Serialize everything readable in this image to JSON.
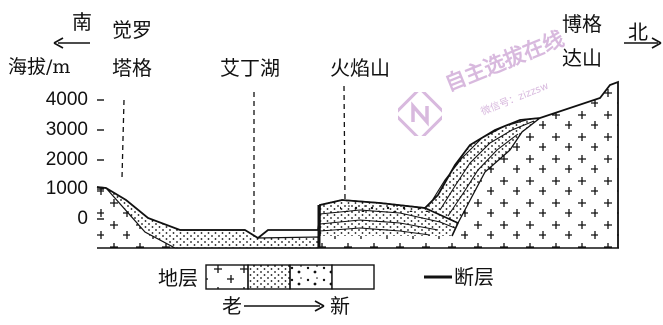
{
  "direction": {
    "south": "南",
    "north": "北"
  },
  "axis": {
    "ylabel": "海拔/m",
    "ticks": [
      "4000",
      "3000",
      "2000",
      "1000",
      "0"
    ]
  },
  "places": {
    "juelutage": [
      "觉罗",
      "塔格"
    ],
    "aiding_lake": "艾丁湖",
    "huoyanshan": "火焰山",
    "bogedashan": [
      "博格",
      "达山"
    ]
  },
  "legend": {
    "label": "地层",
    "old": "老",
    "new": "新",
    "fault_label": "断层"
  },
  "watermark": {
    "brand_text": "自主选拔在线",
    "sub_text": "微信号：zizzsw"
  },
  "colors": {
    "ink": "#111111",
    "watermark": "#d8b9de"
  }
}
